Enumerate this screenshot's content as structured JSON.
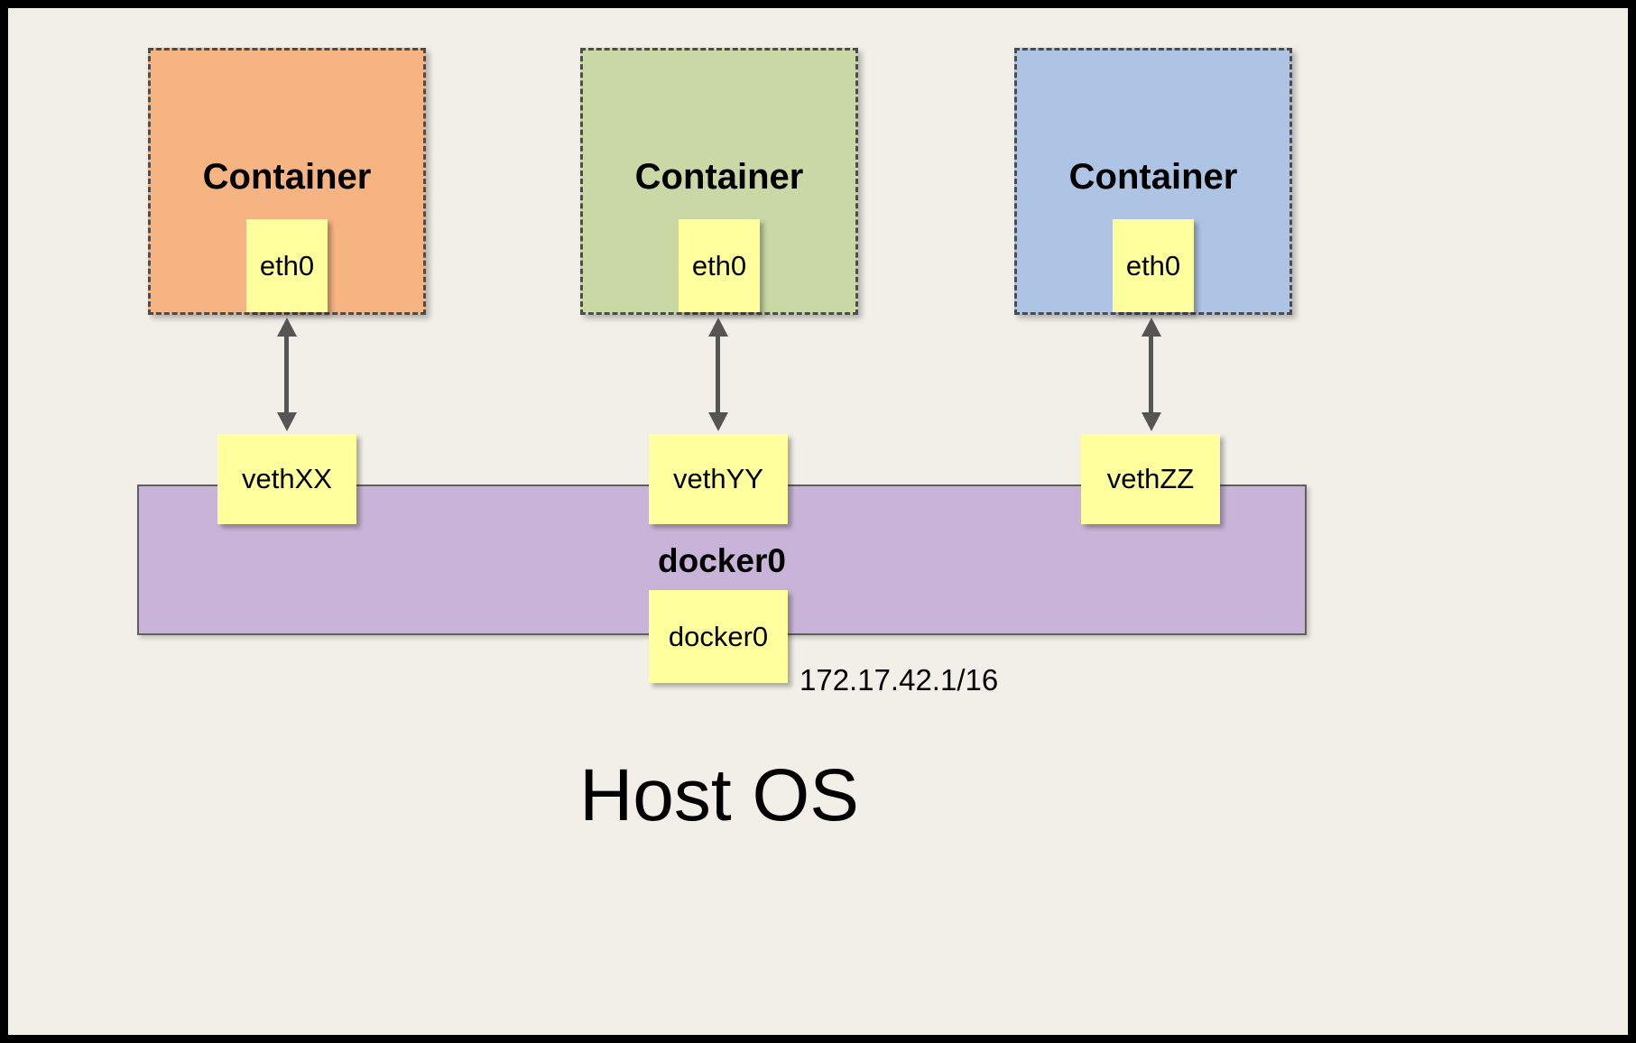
{
  "diagram": {
    "host_label": "Host OS",
    "containers": [
      {
        "label": "Container",
        "interface_label": "eth0",
        "veth_label": "vethXX",
        "color": "#f6b483"
      },
      {
        "label": "Container",
        "interface_label": "eth0",
        "veth_label": "vethYY",
        "color": "#c9d8a4"
      },
      {
        "label": "Container",
        "interface_label": "eth0",
        "veth_label": "vethZZ",
        "color": "#aec4e5"
      }
    ],
    "bridge": {
      "label": "docker0",
      "interface_label": "docker0",
      "ip": "172.17.42.1/16",
      "color": "#c8b4d8"
    },
    "colors": {
      "background": "#f2efe9",
      "note_yellow": "#ffff9e",
      "frame_border": "#000000",
      "arrow": "#555555"
    },
    "icons": {
      "connector": "double-headed-vertical-arrow-icon"
    }
  }
}
